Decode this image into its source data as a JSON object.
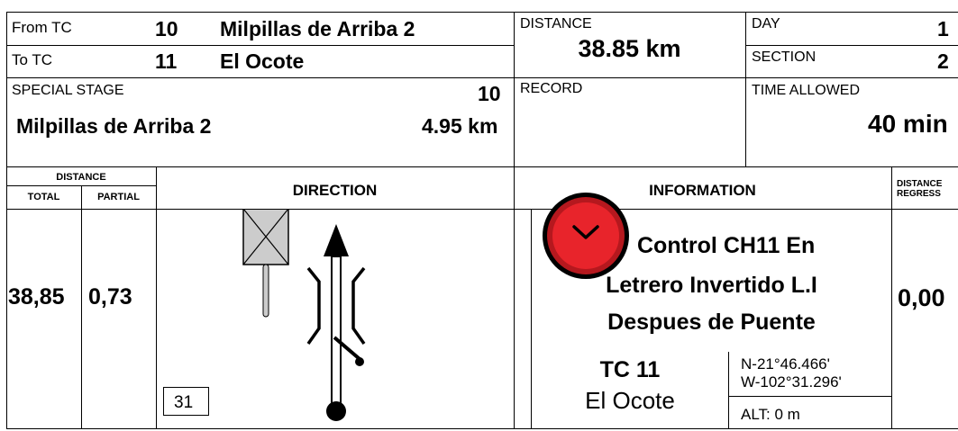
{
  "top": {
    "from_label": "From TC",
    "from_number": "10",
    "from_name": "Milpillas de Arriba 2",
    "to_label": "To TC",
    "to_number": "11",
    "to_name": "El Ocote",
    "distance_label": "DISTANCE",
    "distance_value": "38.85 km",
    "day_label": "DAY",
    "day_value": "1",
    "section_label": "SECTION",
    "section_value": "2",
    "special_stage_label": "SPECIAL STAGE",
    "special_stage_number": "10",
    "special_stage_name": "Milpillas de Arriba 2",
    "special_stage_length": "4.95 km",
    "record_label": "RECORD",
    "time_allowed_label": "TIME ALLOWED",
    "time_allowed_value": "40 min"
  },
  "table_header": {
    "distance": "DISTANCE",
    "total": "TOTAL",
    "partial": "PARTIAL",
    "direction": "DIRECTION",
    "information": "INFORMATION",
    "distance_regressive_1": "DISTANCE",
    "distance_regressive_2": "REGRESS"
  },
  "row": {
    "total": "38,85",
    "partial": "0,73",
    "box_number": "31",
    "info_line_1": "Control CH11 En",
    "info_line_2": "Letrero Invertido L.I",
    "info_line_3": "Despues de Puente",
    "tc_code": "TC 11",
    "tc_name": "El Ocote",
    "lat": "N-21°46.466'",
    "lon": "W-102°31.296'",
    "alt": "ALT: 0 m",
    "regressive": "0,00"
  },
  "icons": {
    "control": "clock-control-icon",
    "sign": "crossed-sign-post-icon",
    "direction": "straight-arrow-bridge-icon"
  },
  "colors": {
    "control_red": "#e8242b",
    "sign_gray": "#cccccc"
  }
}
